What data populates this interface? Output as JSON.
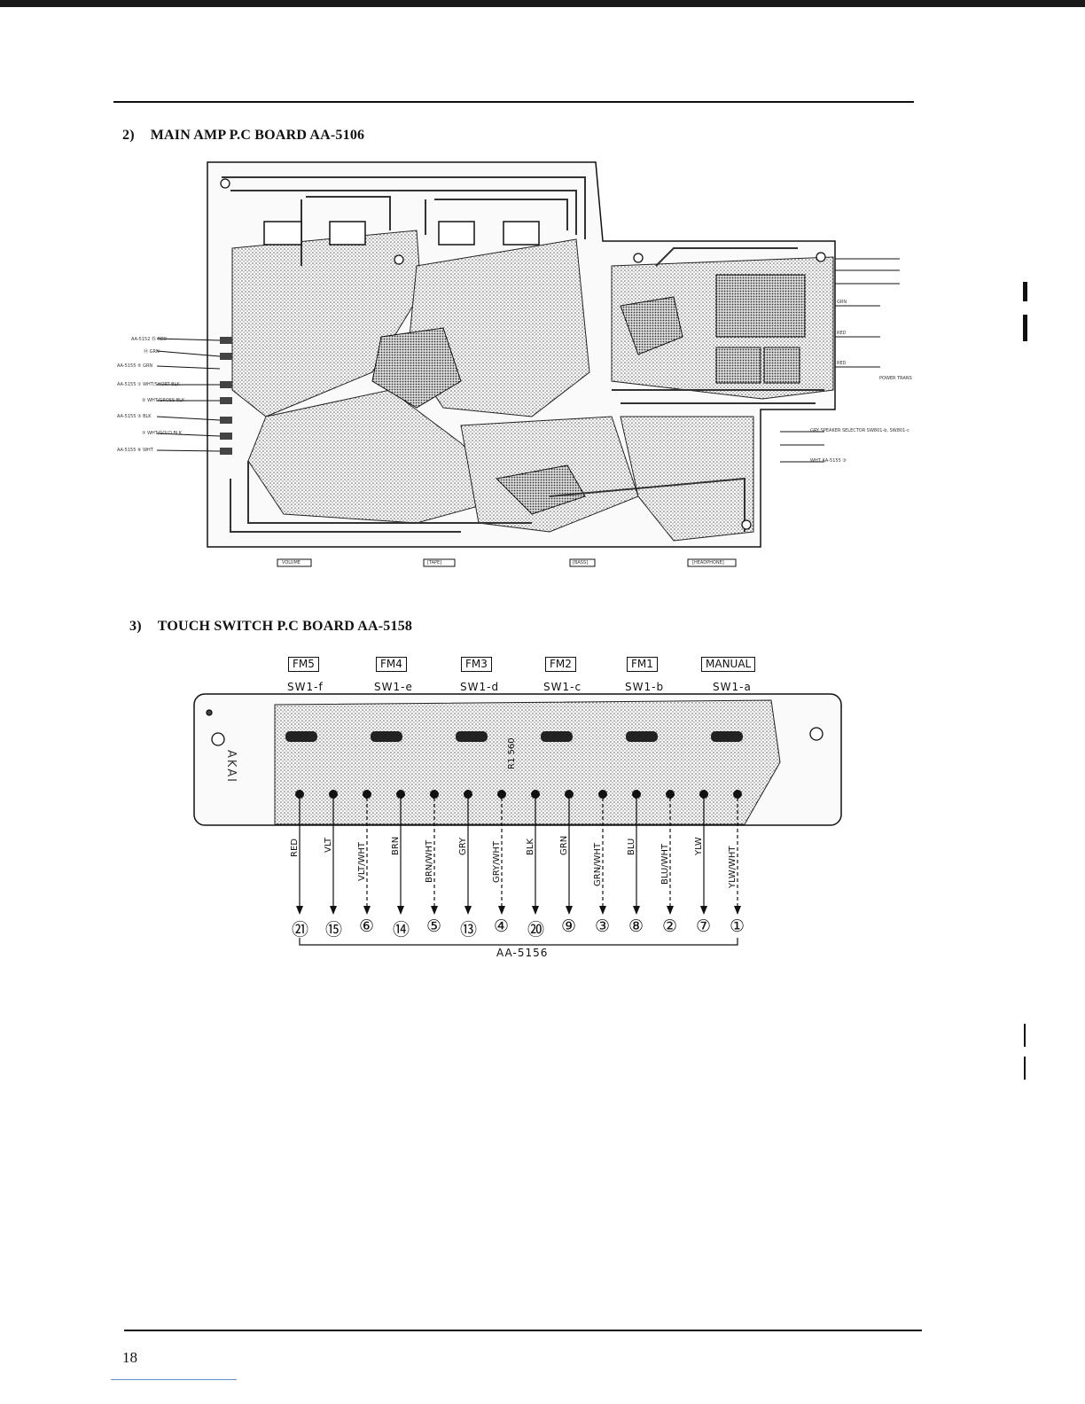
{
  "section2": {
    "number": "2)",
    "title": "MAIN AMP P.C BOARD  AA-5106",
    "bottom_labels": [
      "VOLUME",
      "[TAPE]",
      "[BASS]",
      "[HEADPHONE]"
    ],
    "left_connectors": [
      {
        "ref": "AA-5152",
        "pin": "⑮",
        "wire": "RED"
      },
      {
        "ref": "",
        "pin": "⑭",
        "wire": "GRN"
      },
      {
        "ref": "AA-5155",
        "pin": "⑤",
        "wire": "GRN"
      },
      {
        "ref": "AA-5155",
        "pin": "①",
        "wire": "WHT/SHORT BLK"
      },
      {
        "ref": "",
        "pin": "②",
        "wire": "WHT/GROSS BLK"
      },
      {
        "ref": "AA-5155",
        "pin": "③",
        "wire": "BLK"
      },
      {
        "ref": "",
        "pin": "⑦",
        "wire": "WHT/GOLD BLK"
      },
      {
        "ref": "AA-5155",
        "pin": "⑧",
        "wire": "WHT"
      }
    ],
    "right_connectors": [
      {
        "label": "SPEAKER SELECTOR SW801-b, SW801-c",
        "wire": "GRY"
      },
      {
        "label": "AA-5155 ③",
        "wire": "WHT"
      }
    ],
    "power_label": "POWER TRANS",
    "power_wires": [
      "GRN",
      "RED",
      "RED"
    ]
  },
  "section3": {
    "number": "3)",
    "title": "TOUCH SWITCH P.C BOARD  AA-5158",
    "buttons": [
      {
        "label": "FM5",
        "switch": "SW1-f"
      },
      {
        "label": "FM4",
        "switch": "SW1-e"
      },
      {
        "label": "FM3",
        "switch": "SW1-d"
      },
      {
        "label": "FM2",
        "switch": "SW1-c"
      },
      {
        "label": "FM1",
        "switch": "SW1-b"
      },
      {
        "label": "MANUAL",
        "switch": "SW1-a"
      }
    ],
    "board_brand": "AKAI",
    "resistor_label": "R1 560",
    "wires": [
      {
        "color": "RED",
        "terminal": "㉑"
      },
      {
        "color": "VLT",
        "terminal": "⑮"
      },
      {
        "color": "VLT/WHT",
        "terminal": "⑥"
      },
      {
        "color": "BRN",
        "terminal": "⑭"
      },
      {
        "color": "BRN/WHT",
        "terminal": "⑤"
      },
      {
        "color": "GRY",
        "terminal": "⑬"
      },
      {
        "color": "GRY/WHT",
        "terminal": "④"
      },
      {
        "color": "BLK",
        "terminal": "⑳"
      },
      {
        "color": "GRN",
        "terminal": "⑨"
      },
      {
        "color": "GRN/WHT",
        "terminal": "③"
      },
      {
        "color": "BLU",
        "terminal": "⑧"
      },
      {
        "color": "BLU/WHT",
        "terminal": "②"
      },
      {
        "color": "YLW",
        "terminal": "⑦"
      },
      {
        "color": "YLW/WHT",
        "terminal": "①"
      }
    ],
    "connector_ref": "AA-5156"
  },
  "footer": {
    "page_number": "18"
  }
}
